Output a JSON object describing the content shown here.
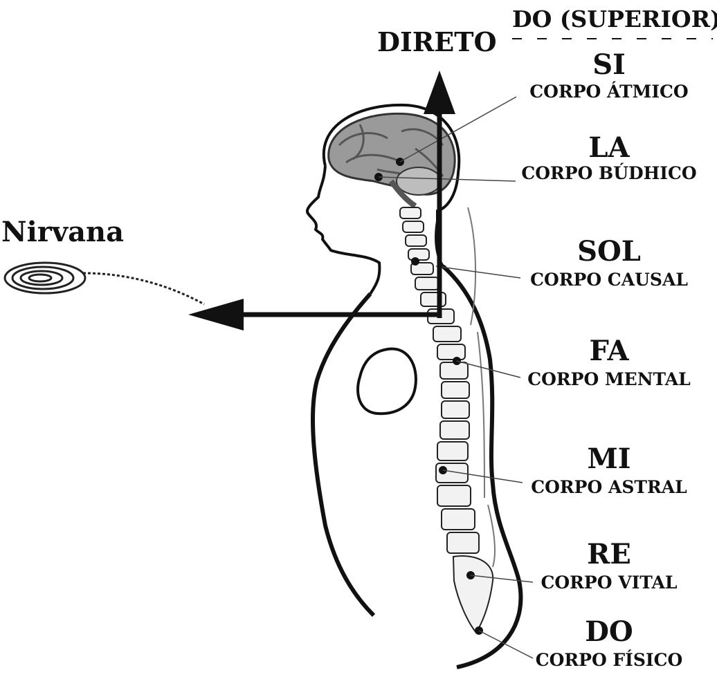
{
  "labels": {
    "direto": "DIRETO",
    "do_superior": "DO (SUPERIOR)",
    "nirvana": "Nirvana"
  },
  "levels": [
    {
      "note": "SI",
      "body": "CORPO ÁTMICO"
    },
    {
      "note": "LA",
      "body": "CORPO BÚDHICO"
    },
    {
      "note": "SOL",
      "body": "CORPO CAUSAL"
    },
    {
      "note": "FA",
      "body": "CORPO MENTAL"
    },
    {
      "note": "MI",
      "body": "CORPO ASTRAL"
    },
    {
      "note": "RE",
      "body": "CORPO VITAL"
    },
    {
      "note": "DO",
      "body": "CORPO FÍSICO"
    }
  ],
  "colors": {
    "ink": "#111111",
    "brain": "#8a8a8a",
    "background": "#ffffff"
  },
  "icons": [
    "brain-icon",
    "spine-icon",
    "heart-outline-icon",
    "spiral-icon"
  ]
}
